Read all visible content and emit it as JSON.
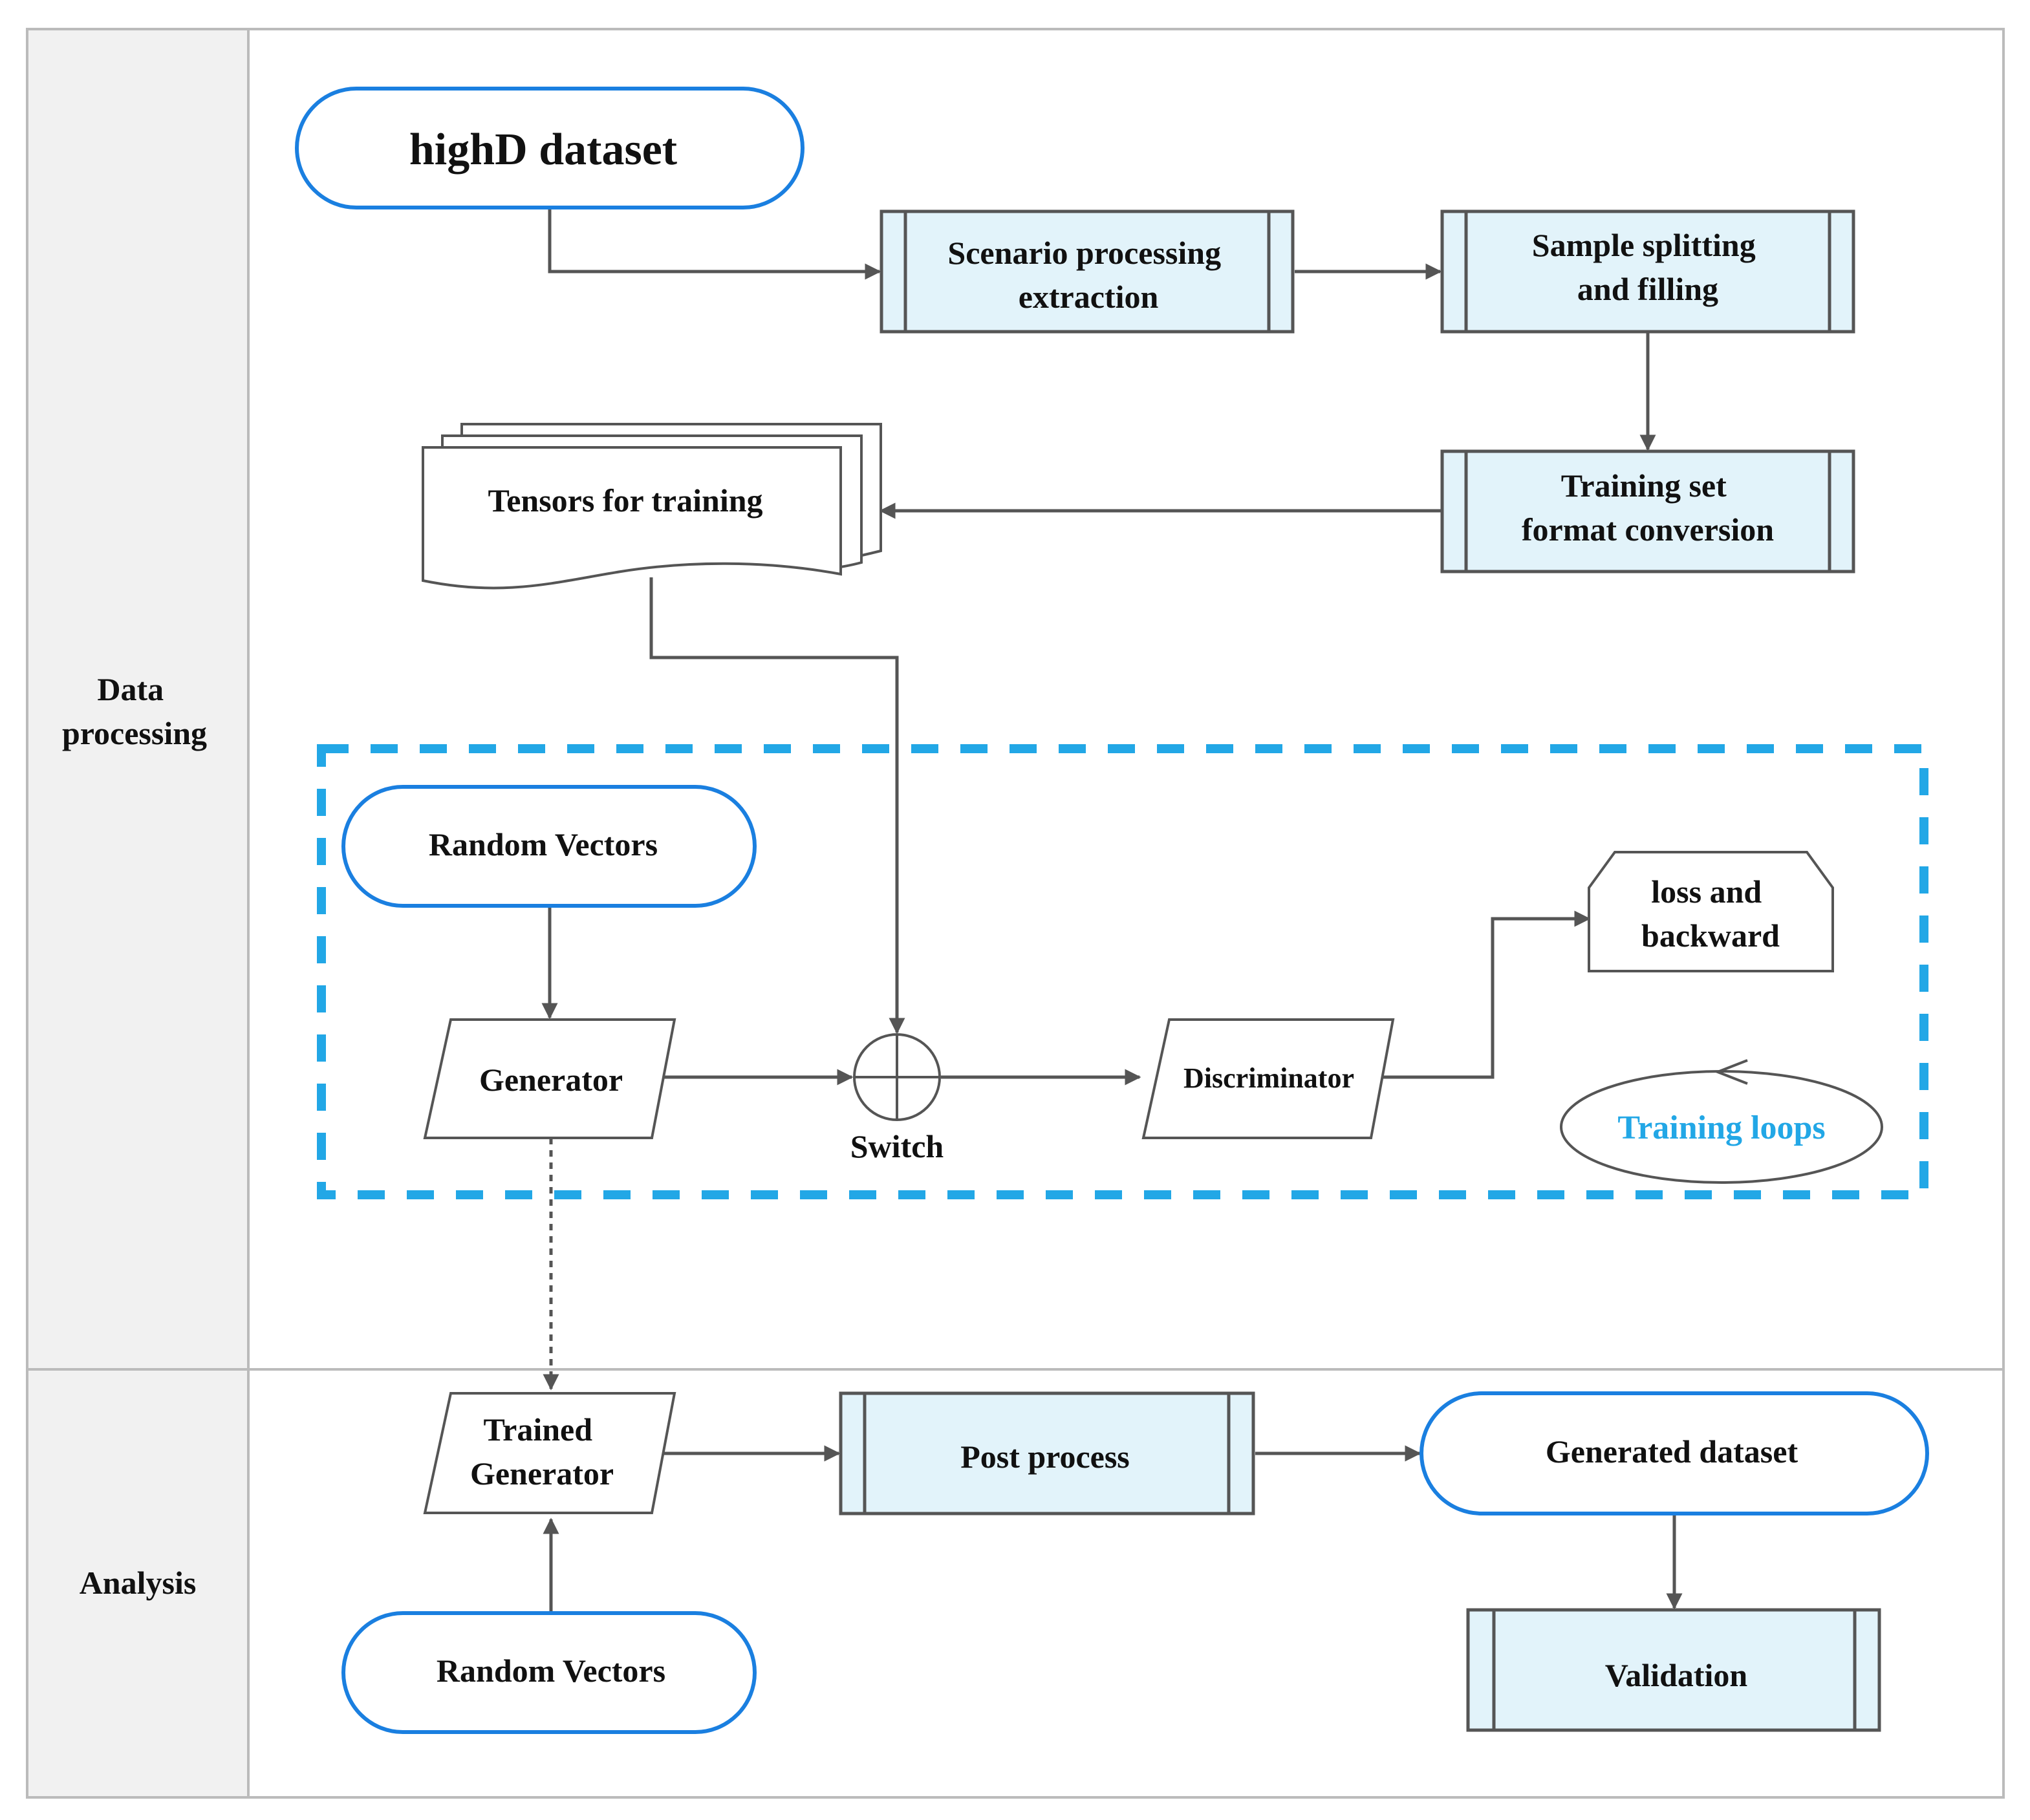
{
  "lanes": {
    "data_processing": [
      "Data",
      "processing"
    ],
    "analysis": "Analysis"
  },
  "nodes": {
    "highd_dataset": "highD dataset",
    "scenario_processing": [
      "Scenario processing",
      "extraction"
    ],
    "sample_splitting": [
      "Sample splitting",
      "and filling"
    ],
    "training_set_format": [
      "Training set",
      "format conversion"
    ],
    "tensors_for_training": "Tensors for training",
    "random_vectors_top": "Random Vectors",
    "generator": "Generator",
    "switch": "Switch",
    "discriminator": "Discriminator",
    "loss_and_backward": [
      "loss and",
      "backward"
    ],
    "training_loops": "Training loops",
    "trained_generator": [
      "Trained",
      "Generator"
    ],
    "post_process": "Post process",
    "generated_dataset": "Generated dataset",
    "random_vectors_bottom": "Random Vectors",
    "validation": "Validation"
  },
  "colors": {
    "terminal_stroke": "#1a7fe0",
    "process_fill": "#e2f3fa",
    "shape_stroke": "#555555",
    "lane_fill": "#f1f1f1",
    "training_region": "#22a7e6",
    "training_loops_text": "#22a7e6"
  }
}
